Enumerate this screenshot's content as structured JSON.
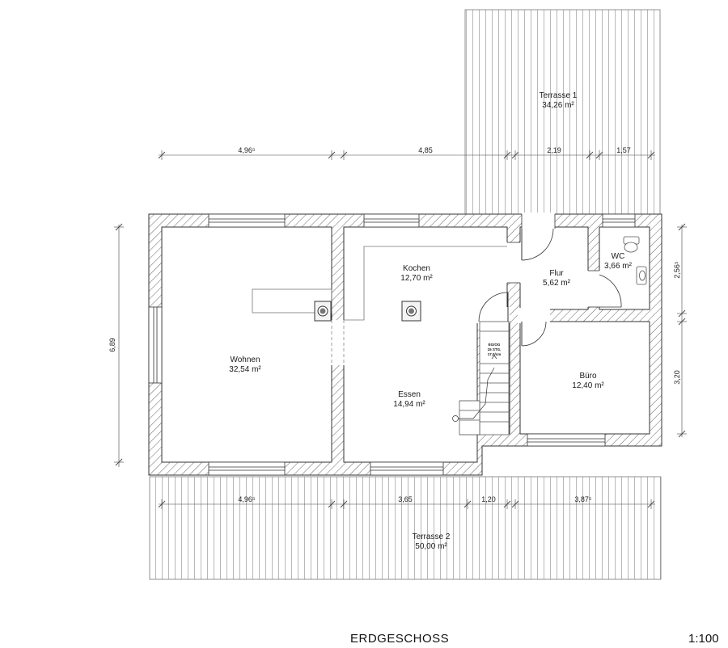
{
  "rooms": {
    "terrasse1": {
      "name": "Terrasse 1",
      "area": "34,26 m²"
    },
    "wohnen": {
      "name": "Wohnen",
      "area": "32,54 m²"
    },
    "kochen": {
      "name": "Kochen",
      "area": "12,70 m²"
    },
    "flur": {
      "name": "Flur",
      "area": "5,62 m²"
    },
    "wc": {
      "name": "WC",
      "area": "3,66 m²"
    },
    "essen": {
      "name": "Essen",
      "area": "14,94 m²"
    },
    "buero": {
      "name": "Büro",
      "area": "12,40 m²"
    },
    "terrasse2": {
      "name": "Terrasse 2",
      "area": "50,00 m²"
    }
  },
  "dimensions": {
    "top": {
      "d1": "4,96⁵",
      "d2": "4,85",
      "d3": "2,19",
      "d4": "1,57"
    },
    "bottom": {
      "d1": "4,96⁵",
      "d2": "3,65",
      "d3": "1,20",
      "d4": "3,87⁵"
    },
    "left": {
      "d1": "6,89"
    },
    "right": {
      "d1": "2,56⁵",
      "d2": "3,20"
    }
  },
  "stair": {
    "line1": "EG/OG",
    "line2": "15 STG.",
    "line3": "17,0/cm"
  },
  "footer": {
    "title": "ERDGESCHOSS",
    "scale": "1:100"
  }
}
